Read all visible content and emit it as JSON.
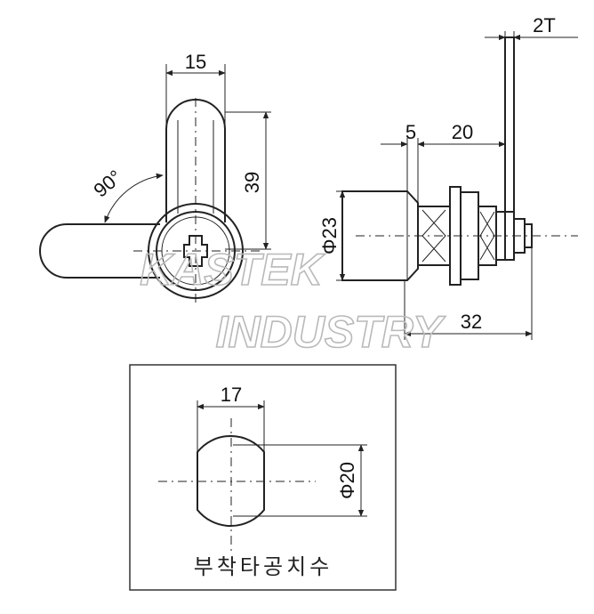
{
  "front_view": {
    "width_dim": "15",
    "height_dim": "39",
    "angle_dim": "90°"
  },
  "side_view": {
    "plate_thickness_dim": "2T",
    "flange_dim": "5",
    "body_dim": "20",
    "diameter_dim": "Φ23",
    "total_length_dim": "32"
  },
  "cutout": {
    "width_dim": "17",
    "diameter_dim": "Φ20",
    "caption": "부착타공치수"
  },
  "watermark": {
    "line1": "KASTEK",
    "line2": "INDUSTRY"
  }
}
